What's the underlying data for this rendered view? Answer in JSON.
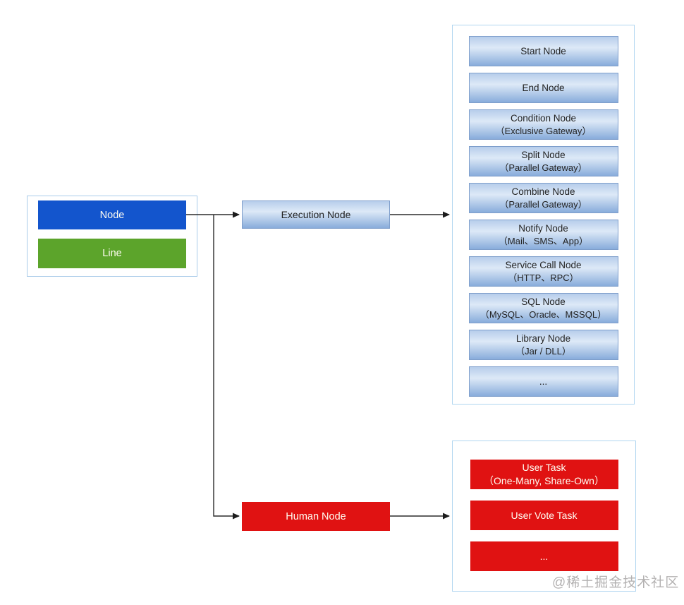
{
  "legend": {
    "node_label": "Node",
    "line_label": "Line"
  },
  "flow": {
    "execution_label": "Execution Node",
    "human_label": "Human Node"
  },
  "execution_panel": {
    "nodes": [
      {
        "title": "Start Node",
        "subtitle": ""
      },
      {
        "title": "End Node",
        "subtitle": ""
      },
      {
        "title": "Condition Node",
        "subtitle": "（Exclusive Gateway）"
      },
      {
        "title": "Split Node",
        "subtitle": "（Parallel Gateway）"
      },
      {
        "title": "Combine Node",
        "subtitle": "（Parallel Gateway）"
      },
      {
        "title": "Notify Node",
        "subtitle": "（Mail、SMS、App）"
      },
      {
        "title": "Service Call Node",
        "subtitle": "（HTTP、RPC）"
      },
      {
        "title": "SQL Node",
        "subtitle": "（MySQL、Oracle、MSSQL）"
      },
      {
        "title": "Library Node",
        "subtitle": "（Jar / DLL）"
      },
      {
        "title": "...",
        "subtitle": ""
      }
    ]
  },
  "human_panel": {
    "tasks": [
      {
        "title": "User Task",
        "subtitle": "（One-Many, Share-Own）"
      },
      {
        "title": "User Vote Task",
        "subtitle": ""
      },
      {
        "title": "...",
        "subtitle": ""
      }
    ]
  },
  "watermark": "@稀土掘金技术社区",
  "colors": {
    "node_blue": "#1355cd",
    "line_green": "#5ca42b",
    "human_red": "#e01212",
    "gradient_top": "#b7cdeb",
    "gradient_mid": "#dde9f7",
    "gradient_bottom": "#88acdb",
    "panel_border": "#b0d6f0",
    "connector": "#2b2b2b",
    "watermark_gray": "#b3b1b1"
  }
}
